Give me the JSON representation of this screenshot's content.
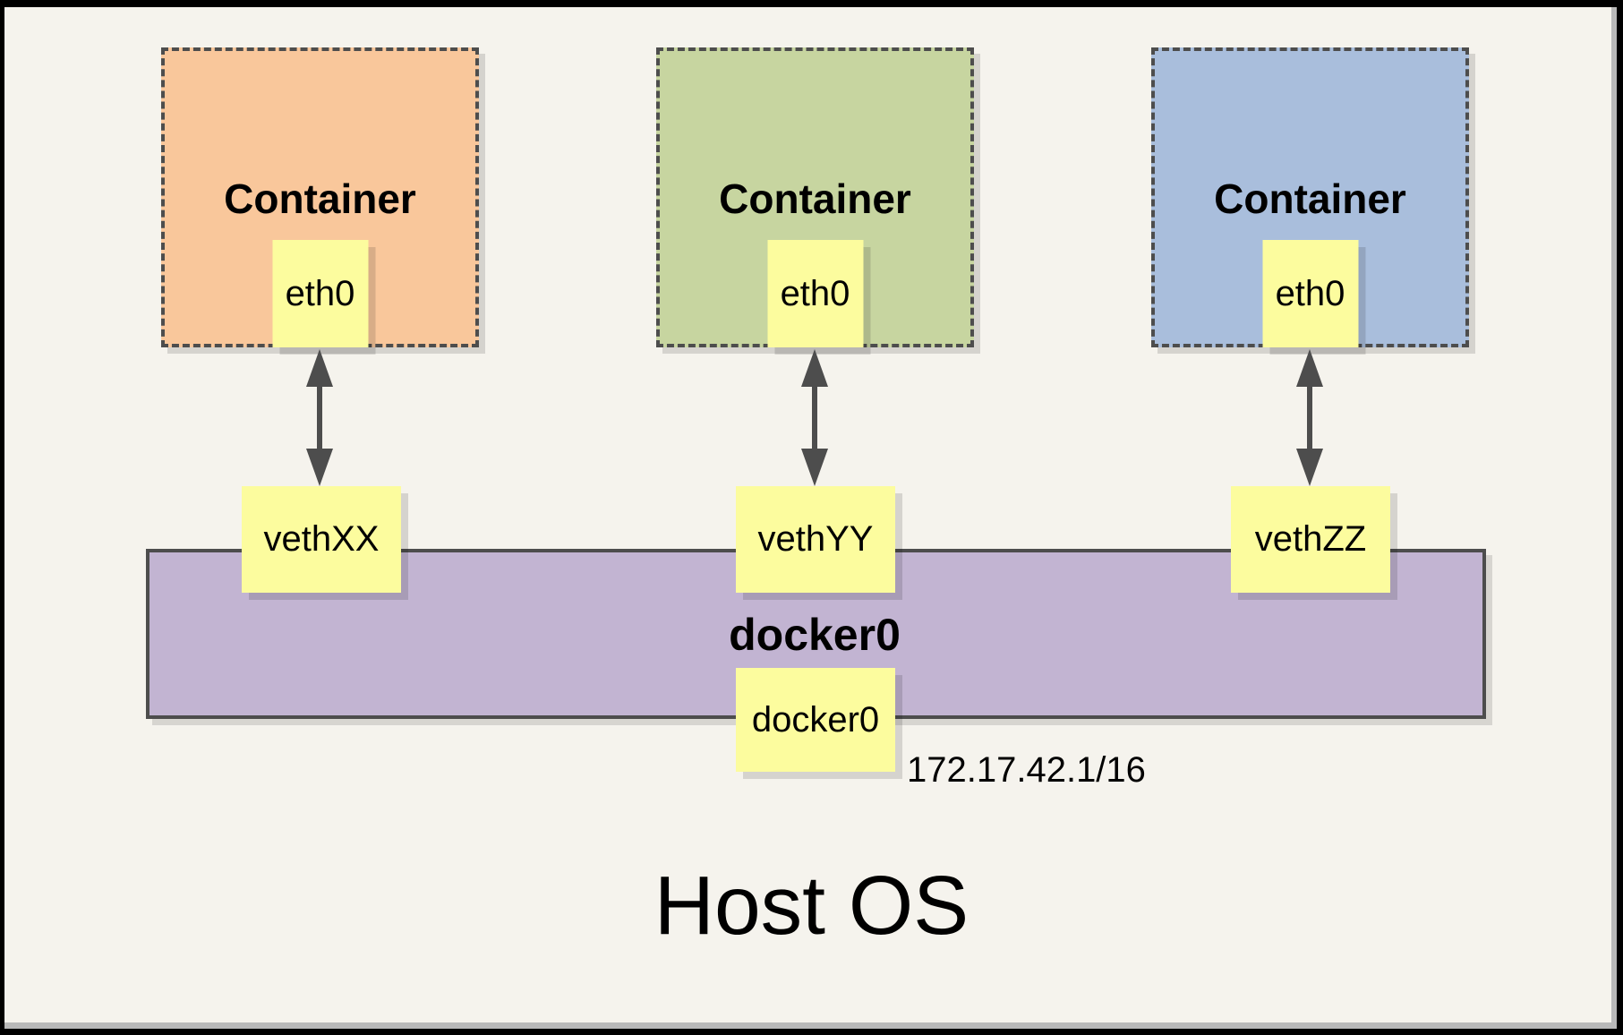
{
  "colors": {
    "page_bg": "#F5F3ED",
    "frame": "#000000",
    "note_yellow": "#FCFC9E",
    "bridge_purple": "#C2B4D2",
    "line_gray": "#4D4D4D"
  },
  "containers": [
    {
      "label": "Container",
      "interface_label": "eth0",
      "veth_label": "vethXX",
      "fill": "#F9C79B"
    },
    {
      "label": "Container",
      "interface_label": "eth0",
      "veth_label": "vethYY",
      "fill": "#C7D5A0"
    },
    {
      "label": "Container",
      "interface_label": "eth0",
      "veth_label": "vethZZ",
      "fill": "#A9BEDC"
    }
  ],
  "bridge": {
    "label": "docker0",
    "interface_label": "docker0",
    "ip_address": "172.17.42.1/16",
    "fill": "#C2B4D2"
  },
  "host": {
    "label": "Host OS"
  }
}
